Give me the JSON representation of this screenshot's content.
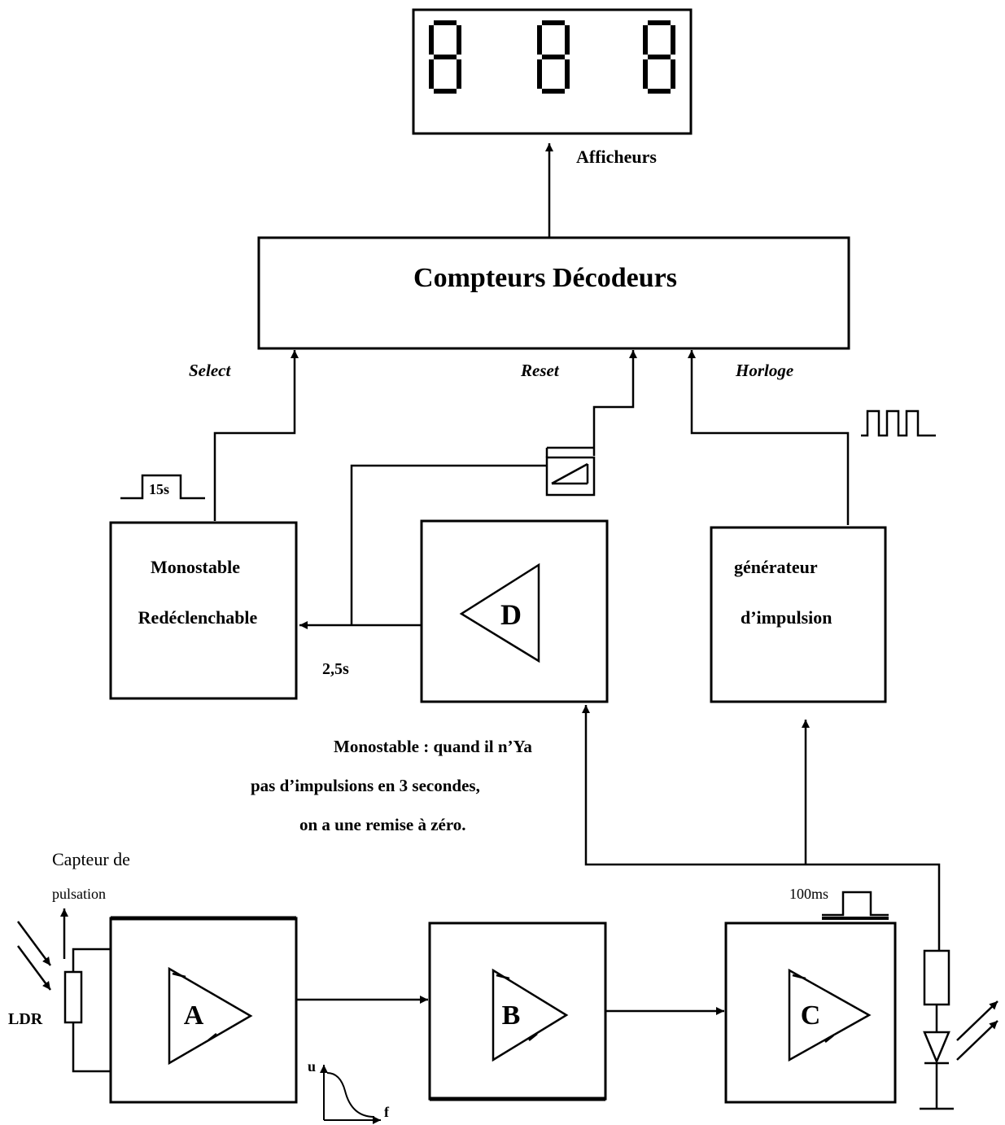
{
  "display": {
    "digits": [
      "8",
      "8",
      "8"
    ],
    "label": "Afficheurs"
  },
  "counter": {
    "title": "Compteurs Décodeurs",
    "inputs": {
      "select": "Select",
      "reset": "Reset",
      "clock": "Horloge"
    }
  },
  "monostable": {
    "line1": "Monostable",
    "line2": "Redéclenchable",
    "pulse": "15s"
  },
  "block_d": {
    "letter": "D",
    "time": "2,5s"
  },
  "generator": {
    "line1": "générateur",
    "line2": "d’impulsion"
  },
  "note": {
    "line1": "Monostable : quand il n’Ya",
    "line2": "pas d’impulsions en 3 secondes,",
    "line3": "on a une remise à zéro."
  },
  "sensor": {
    "label_line1": "Capteur de",
    "label_line2": "pulsation",
    "ldr": "LDR"
  },
  "amps": {
    "a": "A",
    "b": "B",
    "c": "C"
  },
  "graph": {
    "u": "u",
    "f": "f"
  },
  "pulse_c": "100ms"
}
